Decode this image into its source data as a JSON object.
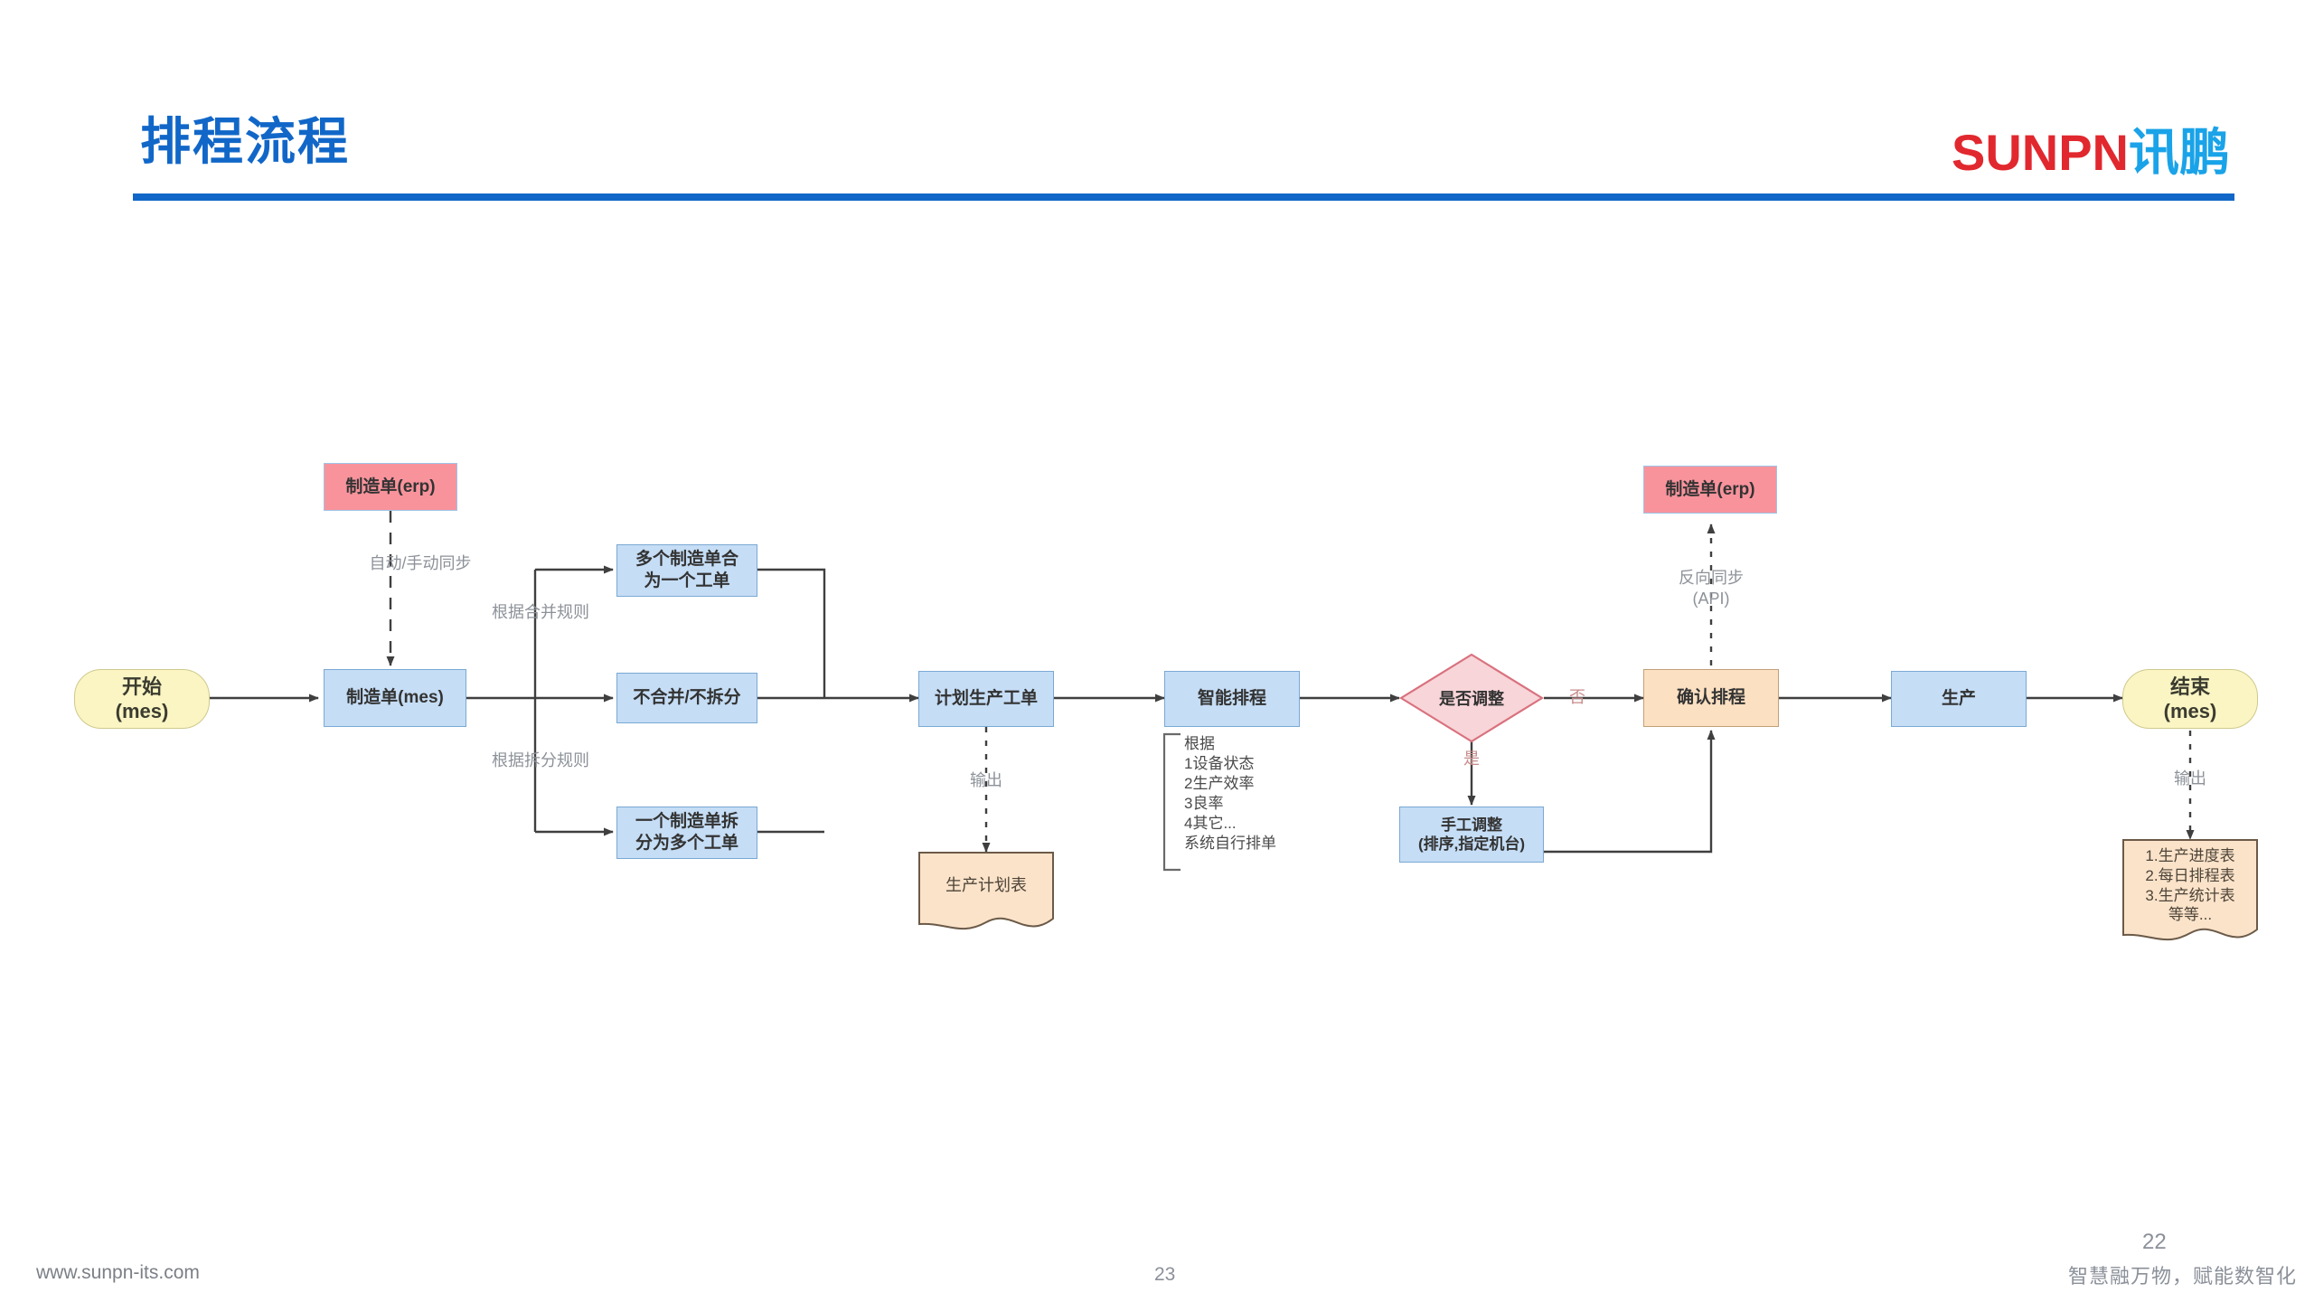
{
  "header": {
    "title": "排程流程",
    "logo_en": "SUNPN",
    "logo_cn": "讯鹏",
    "accent_color": "#1167c8",
    "logo_red": "#e1282e",
    "logo_blue": "#1aa3e8"
  },
  "footer": {
    "url": "www.sunpn-its.com",
    "page_center": "23",
    "page_right": "22",
    "slogan": "智慧融万物，赋能数智化"
  },
  "flow": {
    "nodes": {
      "start": "开始\n(mes)",
      "erp_order_left": "制造单(erp)",
      "mes_order": "制造单(mes)",
      "merge_many": "多个制造单合\n为一个工单",
      "no_merge_no_split": "不合并/不拆分",
      "split_one": "一个制造单拆\n分为多个工单",
      "plan_work_order": "计划生产工单",
      "smart_schedule": "智能排程",
      "decision_adjust": "是否调整",
      "manual_adjust": "手工调整\n(排序,指定机台)",
      "confirm_schedule": "确认排程",
      "erp_order_right": "制造单(erp)",
      "production": "生产",
      "end": "结束\n(mes)"
    },
    "documents": {
      "plan_sheet": "生产计划表",
      "end_outputs": "1.生产进度表\n2.每日排程表\n3.生产统计表\n等等..."
    },
    "edge_labels": {
      "auto_manual_sync": "自动/手动同步",
      "merge_rule": "根据合并规则",
      "split_rule": "根据拆分规则",
      "output_plan": "输出",
      "decision_no": "否",
      "decision_yes": "是",
      "reverse_sync": "反向同步\n(API)",
      "output_end": "输出"
    },
    "annotation": {
      "schedule_basis": "根据\n1设备状态\n2生产效率\n3良率\n4其它...\n系统自行排单"
    },
    "colors": {
      "box_blue_fill": "#c5ddf5",
      "box_blue_stroke": "#7aa9d4",
      "box_pink_fill": "#f8939c",
      "box_orange_fill": "#fbe0c2",
      "terminal_fill": "#faf5c3",
      "diamond_fill": "#f7d5d8",
      "diamond_stroke": "#d9717e",
      "edge_color": "#3f3f3f"
    }
  }
}
